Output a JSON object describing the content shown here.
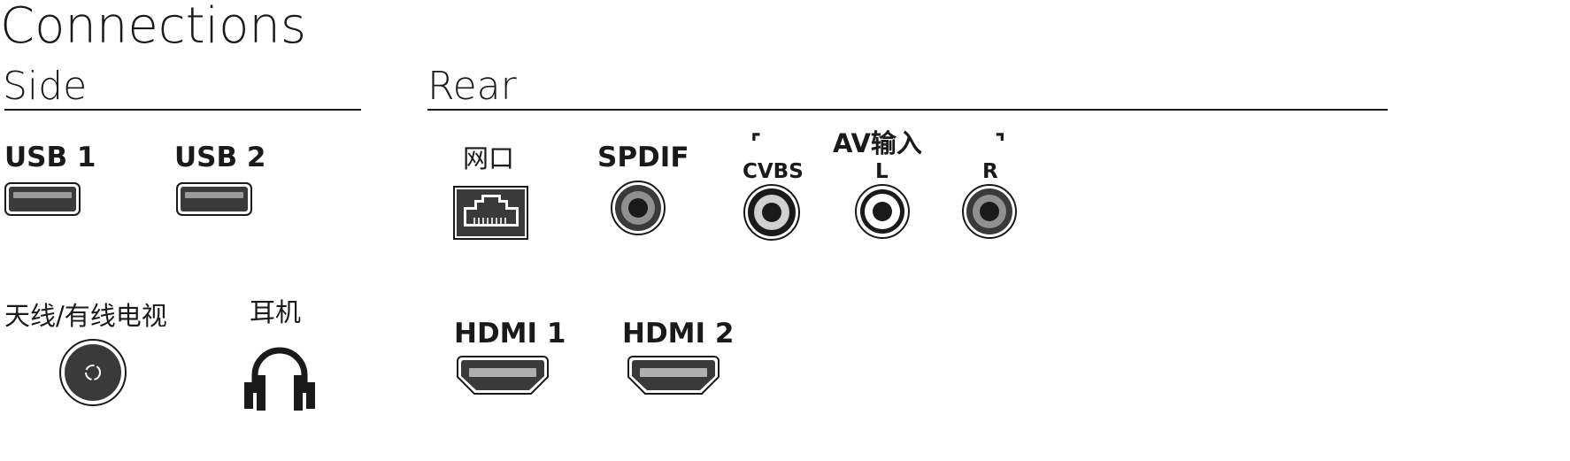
{
  "title": "Connections",
  "sections": {
    "side": {
      "heading": "Side"
    },
    "rear": {
      "heading": "Rear"
    }
  },
  "ports": {
    "usb1": "USB 1",
    "usb2": "USB 2",
    "antenna": "天线/有线电视",
    "headphones": "耳机",
    "network": "网口",
    "spdif": "SPDIF",
    "av_in": "AV输入",
    "cvbs": "CVBS",
    "audio_l": "L",
    "audio_r": "R",
    "hdmi1": "HDMI 1",
    "hdmi2": "HDMI 2"
  },
  "icons": {
    "usb": "usb-port-icon",
    "antenna": "coax-antenna-icon",
    "headphones": "headphones-icon",
    "ethernet": "ethernet-port-icon",
    "rca": "rca-jack-icon",
    "hdmi": "hdmi-port-icon"
  }
}
